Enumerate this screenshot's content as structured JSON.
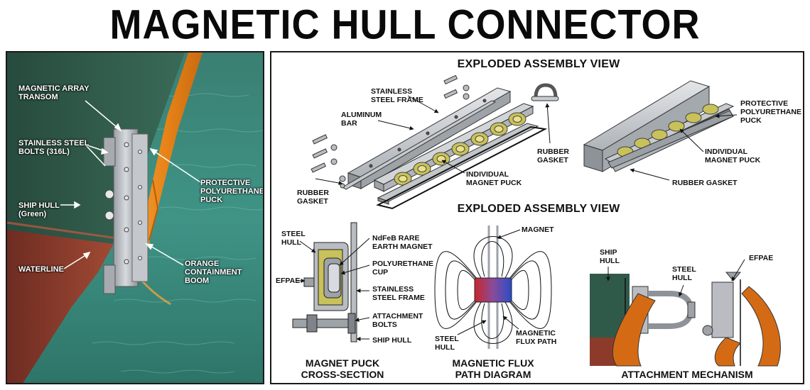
{
  "title": "MAGNETIC HULL CONNECTOR",
  "photo": {
    "labels": {
      "magnetic_array_transom": [
        "MAGNETIC ARRAY",
        "TRANSOM"
      ],
      "stainless_steel_bolts": [
        "STAINLESS STEEL",
        "BOLTS (316L)"
      ],
      "ship_hull": [
        "SHIP HULL",
        "(Green)"
      ],
      "waterline": [
        "WATERLINE"
      ],
      "protective_puck": [
        "PROTECTIVE",
        "POLYURETHANE",
        "PUCK"
      ],
      "orange_boom": [
        "ORANGE",
        "CONTAINMENT",
        "BOOM"
      ]
    }
  },
  "diagrams": {
    "exploded_title_top": "EXPLODED ASSEMBLY VIEW",
    "exploded_title_mid": "EXPLODED ASSEMBLY VIEW",
    "exploded_labels": {
      "stainless_steel_frame": [
        "STAINLESS",
        "STEEL FRAME"
      ],
      "aluminum_bar": [
        "ALUMINUM",
        "BAR"
      ],
      "rubber_gasket_left": [
        "RUBBER",
        "GASKET"
      ],
      "individual_magnet_puck_left": [
        "INDIVIDUAL",
        "MAGNET PUCK"
      ],
      "rubber_gasket_mid": [
        "RUBBER",
        "GASKET"
      ],
      "protective_puck": [
        "PROTECTIVE",
        "POLYURETHANE",
        "PUCK"
      ],
      "individual_magnet_puck_right": [
        "INDIVIDUAL",
        "MAGNET PUCK"
      ],
      "rubber_gasket_right": [
        "RUBBER GASKET"
      ]
    },
    "cross_section": {
      "caption": [
        "MAGNET PUCK",
        "CROSS-SECTION"
      ],
      "labels": {
        "steel_hull": [
          "STEEL",
          "HULL"
        ],
        "efpae": [
          "EFPAE"
        ],
        "ndfeb": [
          "NdFeB RARE",
          "EARTH MAGNET"
        ],
        "cup": [
          "POLYURETHANE",
          "CUP"
        ],
        "frame": [
          "STAINLESS",
          "STEEL FRAME"
        ],
        "bolts": [
          "ATTACHMENT",
          "BOLTS"
        ],
        "ship_hull": [
          "SHIP HULL"
        ]
      }
    },
    "flux": {
      "caption": [
        "MAGNETIC FLUX",
        "PATH DIAGRAM"
      ],
      "labels": {
        "magnet": [
          "MAGNET"
        ],
        "steel_hull": [
          "STEEL",
          "HULL"
        ],
        "flux_path": [
          "MAGNETIC",
          "FLUX PATH"
        ]
      }
    },
    "attachment": {
      "caption": [
        "ATTACHMENT MECHANISM"
      ],
      "labels": {
        "ship_hull": [
          "SHIP",
          "HULL"
        ],
        "steel_hull": [
          "STEEL",
          "HULL"
        ],
        "efpae": [
          "EFPAE"
        ]
      }
    }
  },
  "colors": {
    "hull_green": "#2f5a4a",
    "hull_red": "#8c3b2b",
    "water": "#3d8c7e",
    "boom_orange": "#e8841f",
    "steel": "#b9bdc2",
    "puck_yellow": "#c9c15a",
    "magnet_red": "#c8262b",
    "magnet_blue": "#2b4cc8"
  }
}
